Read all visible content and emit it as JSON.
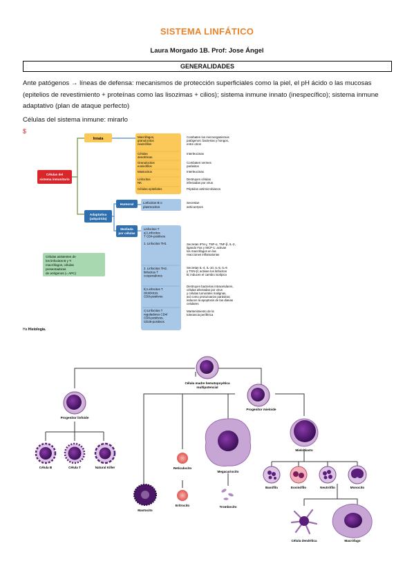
{
  "header": {
    "title": "SISTEMA LINFÁTICO",
    "author": "Laura Morgado 1B. Prof: Jose Ángel",
    "section": "GENERALIDADES"
  },
  "body": {
    "intro": "Ante patógenos → líneas de defensa: mecanismos de protección superficiales como la piel, el pH ácido o las mucosas (epitelios de revestimiento + proteínas como las lisozimas + cilios); sistema inmune innato (inespecífico); sistema inmune adaptativo (plan de ataque perfecto)",
    "cells_label": "Células del sistema inmune: mirarlo",
    "mark": "$"
  },
  "diagram1": {
    "root": [
      "Células del",
      "sistema inmunitario"
    ],
    "innate": "Innata",
    "adaptive": [
      "Adaptativa",
      "(adquirida)"
    ],
    "humoral": "Humoral",
    "cellular": [
      "Mediada",
      "por células"
    ],
    "innate_cells": [
      {
        "cell": [
          "Macrófagos,",
          "granulocitos",
          "neutrófilos"
        ],
        "fn": [
          "Combaten los microorganismos",
          "patógenos: bacterias y hongos,",
          "entre otros"
        ]
      },
      {
        "cell": [
          "Células",
          "dendríticas"
        ],
        "fn": [
          "Interleucinas"
        ]
      },
      {
        "cell": [
          "Granulocitos",
          "eosinófilos"
        ],
        "fn": [
          "Combaten vermes",
          "parásitos"
        ]
      },
      {
        "cell": [
          "Mastocitos"
        ],
        "fn": [
          "Interleucinas"
        ]
      },
      {
        "cell": [
          "Linfocitos",
          "NK"
        ],
        "fn": [
          "Destruyen células",
          "infectadas por virus"
        ]
      },
      {
        "cell": [
          "Células epiteliales"
        ],
        "fn": [
          "Péptidos antimicrobianos"
        ]
      }
    ],
    "humoral_cell": [
      "Linfocitos B o",
      "plasmocitos"
    ],
    "humoral_fn": [
      "Secretan",
      "anticuerpos"
    ],
    "t_cells": [
      {
        "cell": [
          "Linfocitos T",
          "a) Linfocitos",
          "T CD4-positivos",
          "",
          "1. Linfocitos TH1"
        ],
        "fn": [
          "Secretan IFN-γ, TNF-α, TNF-β, IL-2,",
          "ligando Fas y MCP-1: activan",
          "los macrófagos en las",
          "reacciones inflamatorias"
        ]
      },
      {
        "cell": [
          "2. Linfocitos TH2,",
          "linfocitos T",
          "cooperadores"
        ],
        "fn": [
          "Secretan IL-4, IL-10, IL-5, IL-6",
          "y TGN-β; activan los linfocitos",
          "B; inducen el cambio isotípico"
        ]
      },
      {
        "cell": [
          "b) Linfocitos T",
          "citotóxicos",
          "CD8-positivos"
        ],
        "fn": [
          "Destruyen bacterias intracelulares,",
          "células afectadas por virus",
          "y células tumorales malignas,",
          "así como protozoarios parásitos;",
          "inducen la apoptosis de las dianas",
          "celulares"
        ]
      },
      {
        "cell": [
          "c) Linfocitos T",
          "reguladores CD4/",
          "CD8-positivos,",
          "CD25-positivos"
        ],
        "fn": [
          "Mantenimiento de la",
          "tolerancia periférica"
        ]
      }
    ],
    "apc_note": [
      "Células asistentes de",
      "los linfocitos B y T:",
      "macrófagos, células",
      "presentadoras",
      "de antígenos (= APC)"
    ],
    "credit_prefix": "Ha",
    "credit_bold": "Histología."
  },
  "diagram2": {
    "stem": [
      "Célula madre hematopoyética",
      "multipotencial"
    ],
    "lymphoid": "Progenitor linfoide",
    "myeloid": "Progenitor mieloide",
    "b_cell": "Célula B",
    "t_cell": "Célula T",
    "nk": "Natural Killer",
    "mast": "Mastocito",
    "reticulo": "Reticulocito",
    "erythro": "Eritrocito",
    "megak": "Megacariocito",
    "thrombo": "Trombocito",
    "myeloblast": "Mieloblasto",
    "basophil": "Basófilo",
    "eosinophil": "Eosinófilo",
    "neutrophil": "Neutrófilo",
    "monocyte": "Monocito",
    "dendritic": "Célula dendrítica",
    "macrophage": "Macrófago"
  },
  "colors": {
    "title": "#e8832a",
    "innate_box": "#fbc95a",
    "red_box": "#d9262b",
    "blue_box": "#a9c8e8",
    "dark_blue": "#2f6fad",
    "apc_box": "#a8d8b0",
    "cell_purple": "#5a1d7a"
  }
}
